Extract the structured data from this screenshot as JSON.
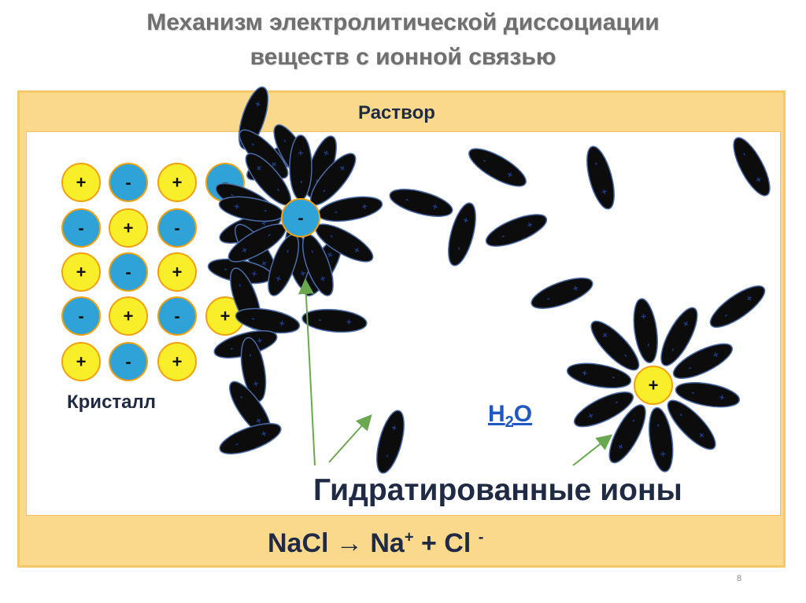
{
  "title": {
    "line1": "Механизм  электролитической диссоциации",
    "line2": "веществ с ионной связью"
  },
  "labels": {
    "solution": "Раствор",
    "crystal": "Кристалл",
    "h2o_main": "H",
    "h2o_sub": "2",
    "h2o_tail": "O",
    "hydrated_ions": "Гидратированные ионы",
    "page_number": "8"
  },
  "equation": {
    "lhs": "NaCl  → Na",
    "na_charge": "+",
    "middle": "  + Cl ",
    "cl_charge": "-"
  },
  "ions": {
    "cation_symbol": "+",
    "anion_symbol": "-",
    "crystal_rows": [
      [
        "+",
        "-",
        "+",
        "-"
      ],
      [
        "-",
        "+",
        "-"
      ],
      [
        "+",
        "-",
        "+"
      ],
      [
        "-",
        "+",
        "-",
        "+"
      ],
      [
        "+",
        "-",
        "+"
      ]
    ],
    "hydrated_anion": "-",
    "hydrated_cation": "+"
  },
  "colors": {
    "cation": "#f9ee2a",
    "anion": "#2fa3d8",
    "ion_border": "#f2a10d",
    "molecule": "#0c0c0c",
    "molecule_outline": "#4b6ca8",
    "arrow": "#6aa84f",
    "frame": "#fbd98c"
  }
}
